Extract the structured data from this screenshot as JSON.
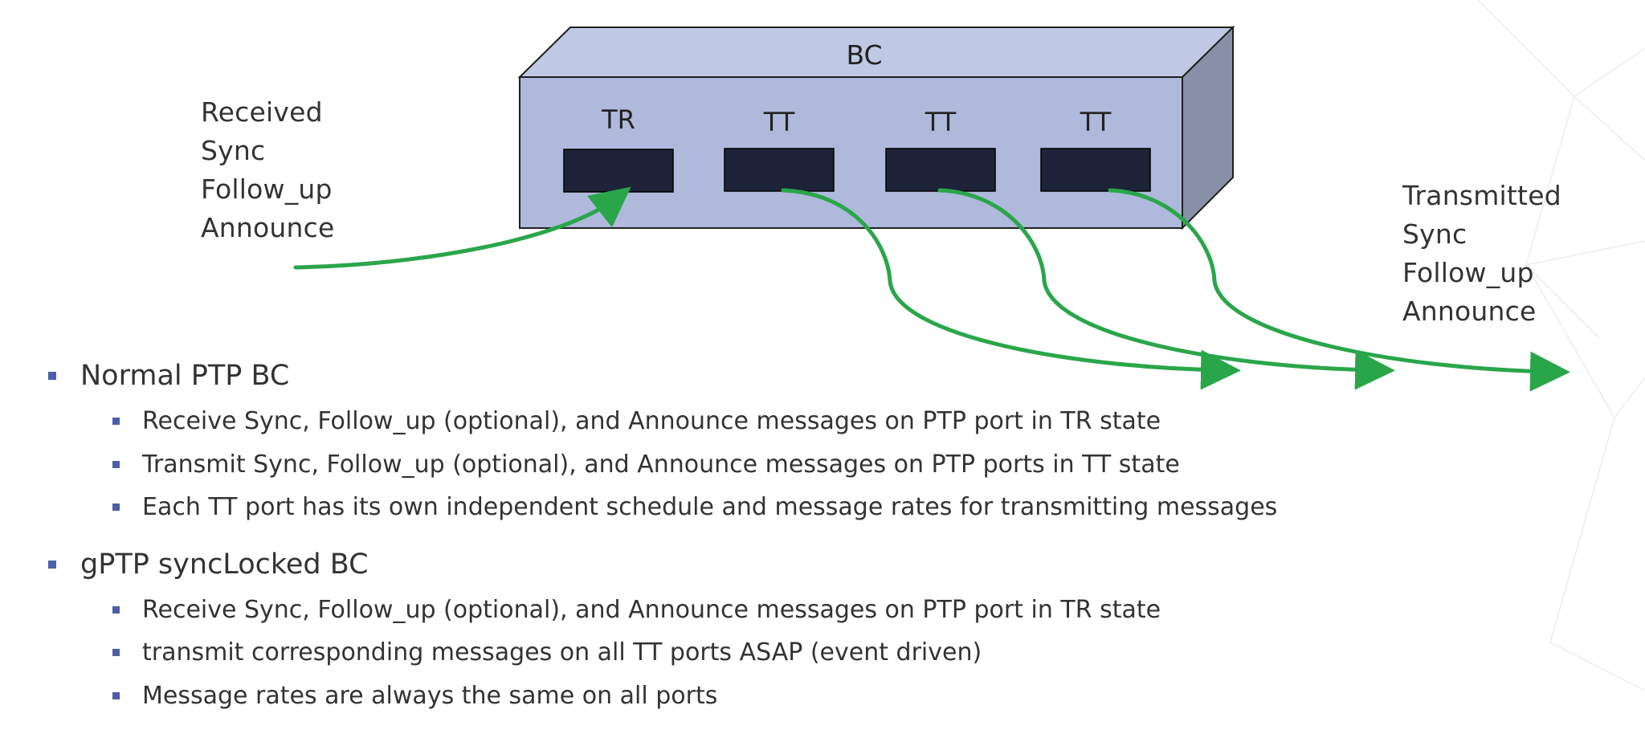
{
  "box": {
    "title": "BC"
  },
  "ports": [
    {
      "label": "TR"
    },
    {
      "label": "TT"
    },
    {
      "label": "TT"
    },
    {
      "label": "TT"
    }
  ],
  "received": {
    "lines": [
      "Received",
      "Sync",
      "Follow_up",
      "Announce"
    ]
  },
  "transmitted": {
    "lines": [
      "Transmitted",
      "Sync",
      "Follow_up",
      "Announce"
    ]
  },
  "colors": {
    "box_front": "#aeb9dc",
    "box_top": "#c0c9e4",
    "box_side": "#8890a8",
    "port": "#1d2338",
    "arrow": "#2aa64a",
    "bullet": "#4a5fa8"
  },
  "bullets": [
    {
      "text": "Normal PTP BC",
      "children": [
        "Receive Sync, Follow_up (optional), and Announce messages on PTP port in TR state",
        "Transmit Sync, Follow_up (optional), and Announce messages on PTP ports in TT state",
        "Each TT port has its own independent schedule and message rates for transmitting messages"
      ]
    },
    {
      "text": "gPTP syncLocked BC",
      "children": [
        "Receive Sync, Follow_up (optional), and Announce messages on PTP port in TR state",
        "transmit corresponding messages on all TT ports ASAP (event driven)",
        "Message rates are always the same on all ports"
      ]
    }
  ]
}
